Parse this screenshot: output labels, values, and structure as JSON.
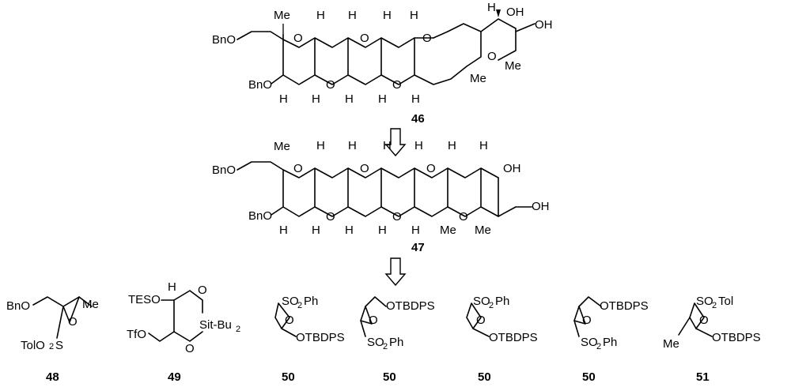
{
  "scheme": {
    "compounds": [
      {
        "label": "46"
      },
      {
        "label": "47"
      },
      {
        "label": "48"
      },
      {
        "label": "49"
      },
      {
        "label": "50"
      },
      {
        "label": "50"
      },
      {
        "label": "50"
      },
      {
        "label": "50"
      },
      {
        "label": "51"
      }
    ],
    "atoms": {
      "bno": "BnO",
      "me": "Me",
      "h": "H",
      "o": "O",
      "oh": "OH",
      "tolo2s": "TolO",
      "s": "S",
      "tesо": "TESO",
      "tfo": "TfO",
      "sitbu": "Sit-Bu",
      "so2ph": "SO",
      "ph": "Ph",
      "otbdps": "OTBDPS",
      "so2tol": "SO",
      "tol": "Tol",
      "sub2": "2"
    }
  }
}
